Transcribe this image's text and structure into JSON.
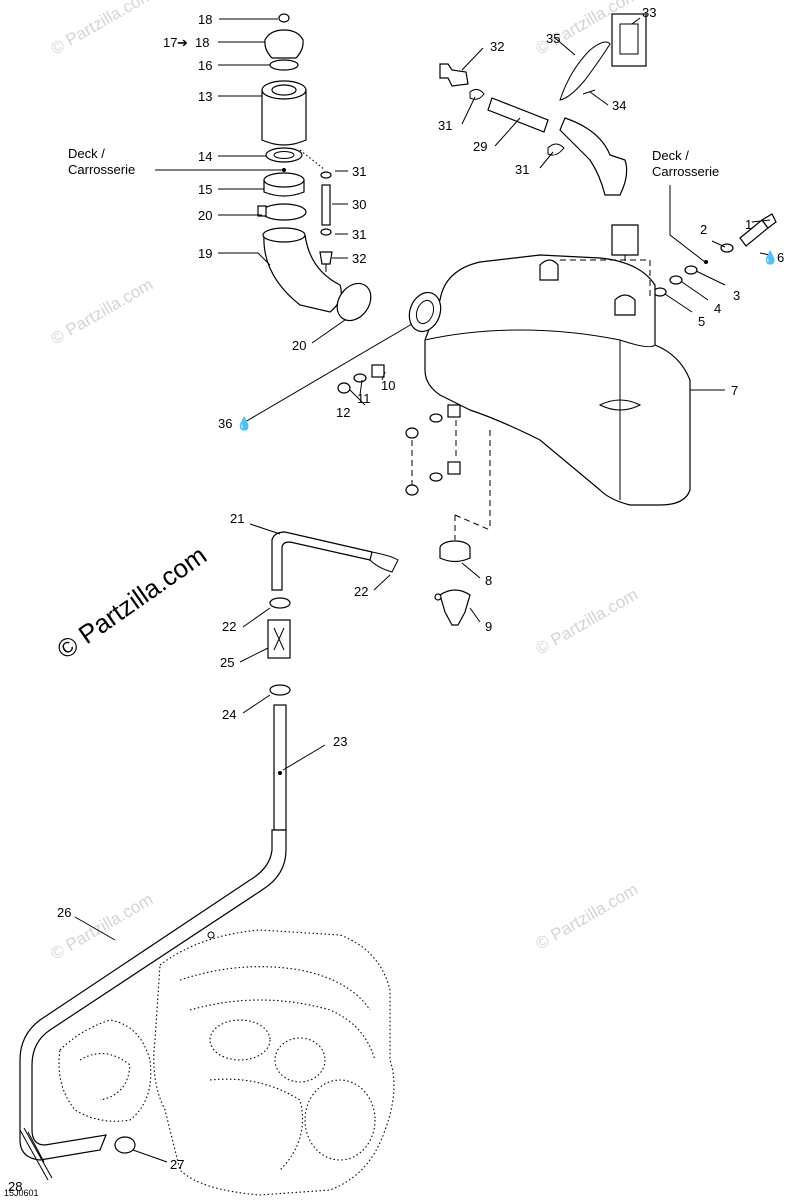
{
  "watermarks": {
    "small": "© Partzilla.com",
    "large": "© Partzilla.com"
  },
  "deck_label_left": {
    "line1": "Deck /",
    "line2": "Carrosserie"
  },
  "deck_label_right": {
    "line1": "Deck /",
    "line2": "Carrosserie"
  },
  "callouts": {
    "c1": "1",
    "c2": "2",
    "c3": "3",
    "c4": "4",
    "c5": "5",
    "c6": "6",
    "c7": "7",
    "c8": "8",
    "c9": "9",
    "c10": "10",
    "c11": "11",
    "c12": "12",
    "c13": "13",
    "c14": "14",
    "c15": "15",
    "c16": "16",
    "c17": "17",
    "c17b": "18",
    "c18": "18",
    "c19": "19",
    "c20a": "20",
    "c20b": "20",
    "c21": "21",
    "c22a": "22",
    "c22b": "22",
    "c23": "23",
    "c24": "24",
    "c25": "25",
    "c26": "26",
    "c27": "27",
    "c28": "28",
    "c29": "29",
    "c30": "30",
    "c31a": "31",
    "c31b": "31",
    "c31c": "31",
    "c31d": "31",
    "c32a": "32",
    "c32b": "32",
    "c33": "33",
    "c34": "34",
    "c35": "35",
    "c36": "36"
  },
  "diagram_code": "15J0601",
  "icons": {
    "arrow": "right-arrow-icon",
    "drop": "lubricant-drop-icon"
  }
}
